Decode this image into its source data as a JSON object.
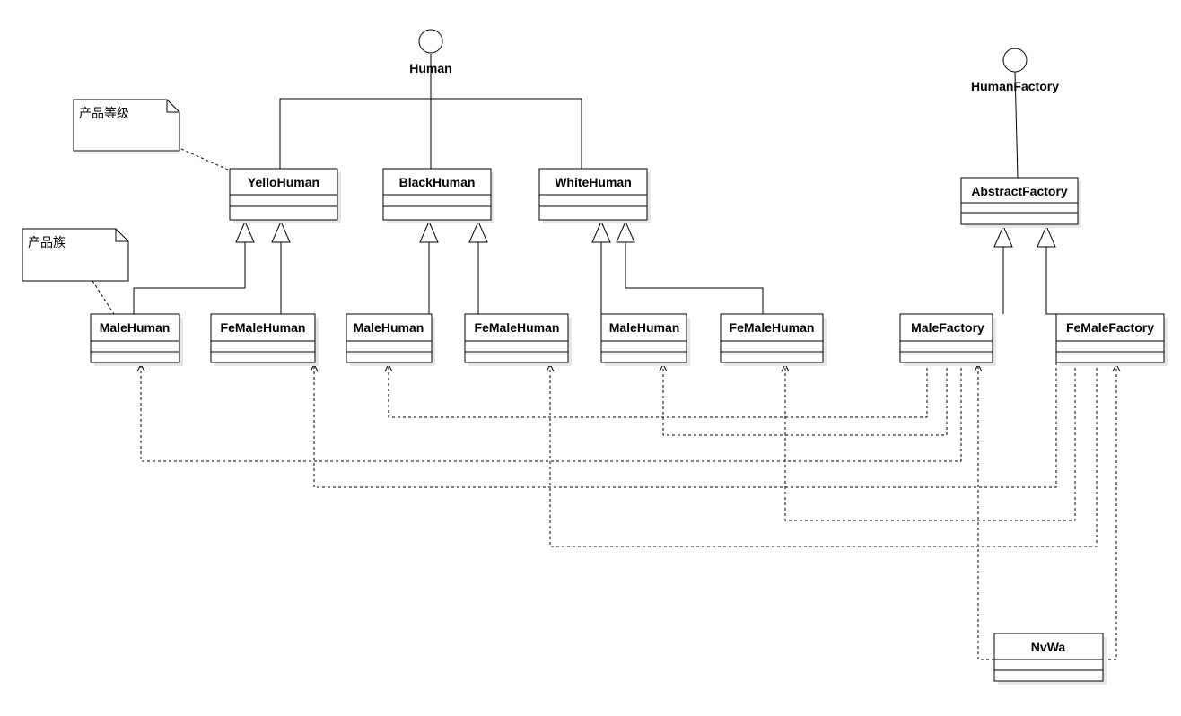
{
  "interfaces": {
    "human": "Human",
    "human_factory": "HumanFactory"
  },
  "notes": {
    "product_level": "产品等级",
    "product_family": "产品族"
  },
  "classes": {
    "yello_human": "YelloHuman",
    "black_human": "BlackHuman",
    "white_human": "WhiteHuman",
    "abstract_factory": "AbstractFactory",
    "yellow_male": "MaleHuman",
    "yellow_female": "FeMaleHuman",
    "black_male": "MaleHuman",
    "black_female": "FeMaleHuman",
    "white_male": "MaleHuman",
    "white_female": "FeMaleHuman",
    "male_factory": "MaleFactory",
    "female_factory": "FeMaleFactory",
    "nvwa": "NvWa"
  }
}
